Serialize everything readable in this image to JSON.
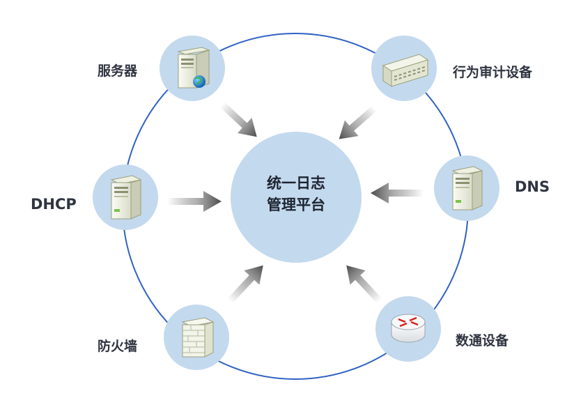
{
  "center": {
    "line1": "统一日志",
    "line2": "管理平台"
  },
  "nodes": {
    "server": {
      "label": "服务器",
      "icon": "server-globe-icon"
    },
    "audit": {
      "label": "行为审计设备",
      "icon": "audit-appliance-icon"
    },
    "dhcp": {
      "label": "DHCP",
      "icon": "tower-server-icon"
    },
    "dns": {
      "label": "DNS",
      "icon": "tower-server-icon"
    },
    "firewall": {
      "label": "防火墙",
      "icon": "firewall-brick-icon"
    },
    "network": {
      "label": "数通设备",
      "icon": "router-icon"
    }
  },
  "colors": {
    "circle_fill": "#c3d9ee",
    "ring": "#2f62c4",
    "arrow": "#4a4a4a",
    "text": "#2f3440"
  }
}
